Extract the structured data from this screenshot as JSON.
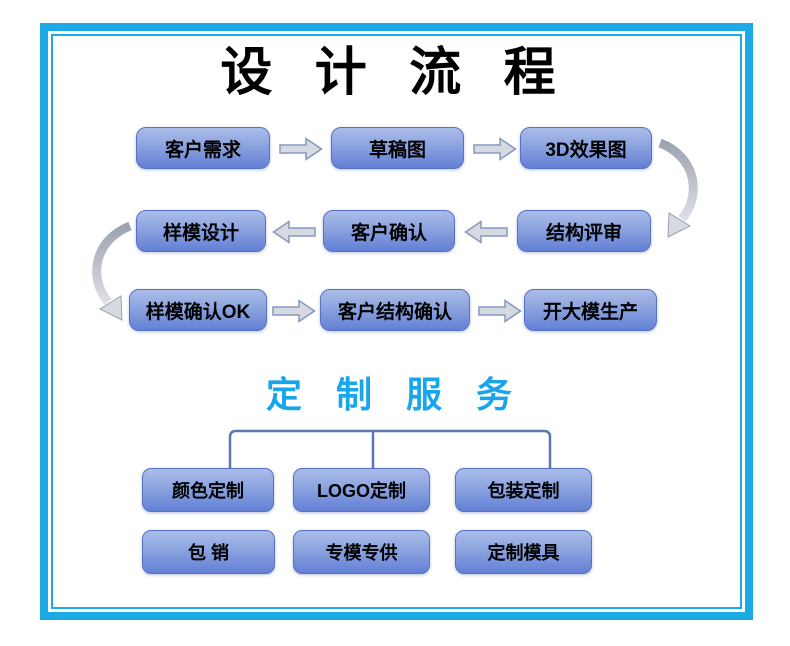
{
  "frame": {
    "border_color": "#1baae4"
  },
  "header": {
    "title": "设 计 流 程"
  },
  "flowchart": {
    "row1": {
      "box1": "客户需求",
      "box2": "草稿图",
      "box3": "3D效果图"
    },
    "row2": {
      "box1": "样模设计",
      "box2": "客户确认",
      "box3": "结构评审"
    },
    "row3": {
      "box1": "样模确认OK",
      "box2": "客户结构确认",
      "box3": "开大模生产"
    }
  },
  "services": {
    "title": "定 制 服 务",
    "title_color": "#18a5ea",
    "row1": {
      "box1": "颜色定制",
      "box2": "LOGO定制",
      "box3": "包装定制"
    },
    "row2": {
      "box1": "包 销",
      "box2": "专模专供",
      "box3": "定制模具"
    }
  },
  "colors": {
    "box_gradient_top": "#aabde9",
    "box_gradient_bottom": "#6380d5",
    "box_border": "#5672c5",
    "arrow_fill": "#d6d9e0",
    "arrow_outline": "#8697c2",
    "curved_arrow_dark": "#9ca3b0",
    "curved_arrow_light": "#dcdfe5",
    "tree_connector": "#5c78b2",
    "frame": "#1baae4"
  }
}
